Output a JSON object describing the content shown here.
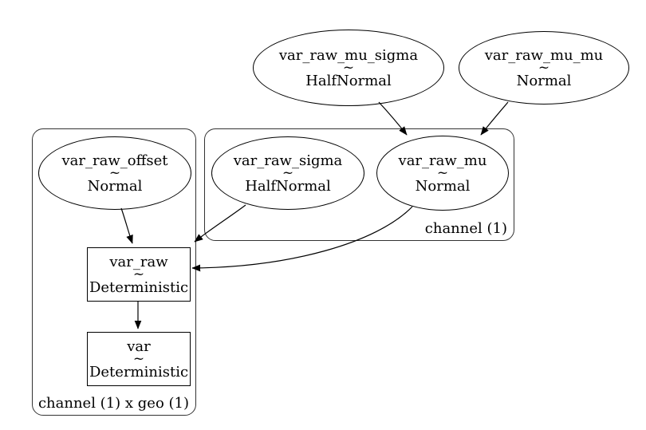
{
  "diagram": {
    "kind": "probabilistic-model-graph",
    "background_color": "#ffffff",
    "line_color": "#000000"
  },
  "nodes": {
    "var_raw_mu_sigma": {
      "label": "var_raw_mu_sigma",
      "relation": "~",
      "distribution": "HalfNormal",
      "shape": "ellipse"
    },
    "var_raw_mu_mu": {
      "label": "var_raw_mu_mu",
      "relation": "~",
      "distribution": "Normal",
      "shape": "ellipse"
    },
    "var_raw_offset": {
      "label": "var_raw_offset",
      "relation": "~",
      "distribution": "Normal",
      "shape": "ellipse"
    },
    "var_raw_sigma": {
      "label": "var_raw_sigma",
      "relation": "~",
      "distribution": "HalfNormal",
      "shape": "ellipse"
    },
    "var_raw_mu": {
      "label": "var_raw_mu",
      "relation": "~",
      "distribution": "Normal",
      "shape": "ellipse"
    },
    "var_raw": {
      "label": "var_raw",
      "relation": "~",
      "distribution": "Deterministic",
      "shape": "box"
    },
    "var": {
      "label": "var",
      "relation": "~",
      "distribution": "Deterministic",
      "shape": "box"
    }
  },
  "plates": {
    "channel": {
      "label": "channel (1)"
    },
    "channel_geo": {
      "label": "channel (1) x geo (1)"
    }
  },
  "edges": [
    {
      "from": "var_raw_mu_sigma",
      "to": "var_raw_mu"
    },
    {
      "from": "var_raw_mu_mu",
      "to": "var_raw_mu"
    },
    {
      "from": "var_raw_offset",
      "to": "var_raw"
    },
    {
      "from": "var_raw_sigma",
      "to": "var_raw"
    },
    {
      "from": "var_raw_mu",
      "to": "var_raw"
    },
    {
      "from": "var_raw",
      "to": "var"
    }
  ]
}
